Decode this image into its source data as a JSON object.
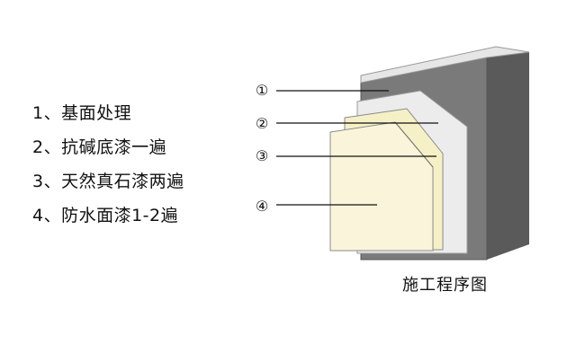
{
  "steps": [
    {
      "label": "1、基面处理"
    },
    {
      "label": "2、抗碱底漆一遍"
    },
    {
      "label": "3、天然真石漆两遍"
    },
    {
      "label": "4、防水面漆1-2遍"
    }
  ],
  "caption": "施工程序图",
  "markers": [
    "①",
    "②",
    "③",
    "④"
  ],
  "colors": {
    "substrate": "#7a7a7a",
    "primer": "#ececec",
    "stone_paint": "#f6f0c6",
    "top_coat": "#faf5da",
    "outline": "#8a8a8a",
    "leader": "#111111"
  }
}
